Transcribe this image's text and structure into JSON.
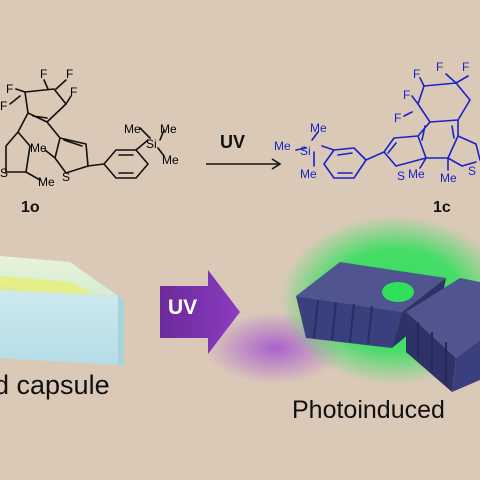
{
  "compound_open": {
    "label": "1o",
    "atoms": {
      "F": "F",
      "S": "S",
      "Me": "Me",
      "Si": "Si"
    }
  },
  "compound_closed": {
    "label": "1c",
    "atoms": {
      "F": "F",
      "S": "S",
      "Me": "Me",
      "Si": "Si"
    }
  },
  "reaction_arrow": {
    "label": "UV"
  },
  "uv_block_arrow": {
    "label": "UV",
    "color": "#7a2fa6"
  },
  "captions": {
    "left": "d capsule",
    "right": "Photoinduced"
  },
  "colors": {
    "background": "#dbc9b8",
    "closed_form": "#1a22c8",
    "glow": "#2ee05a",
    "crystal": "#3a3f7e",
    "capsule": "#bfe6ec"
  }
}
